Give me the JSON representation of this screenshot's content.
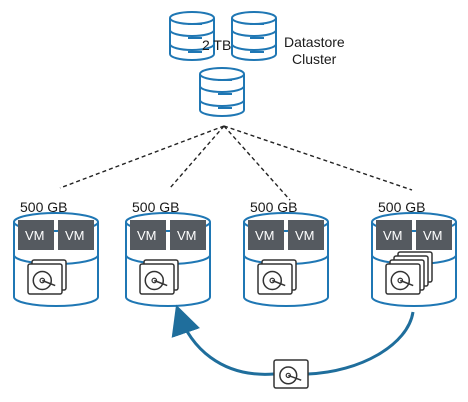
{
  "cluster": {
    "capacity": "2 TB",
    "name_line1": "Datastore",
    "name_line2": "Cluster"
  },
  "datastores": [
    {
      "capacity": "500 GB",
      "vm_labels": [
        "VM",
        "VM"
      ],
      "disk_copies": 2
    },
    {
      "capacity": "500 GB",
      "vm_labels": [
        "VM",
        "VM"
      ],
      "disk_copies": 2
    },
    {
      "capacity": "500 GB",
      "vm_labels": [
        "VM",
        "VM"
      ],
      "disk_copies": 2
    },
    {
      "capacity": "500 GB",
      "vm_labels": [
        "VM",
        "VM"
      ],
      "disk_copies": 4
    }
  ],
  "colors": {
    "outline": "#1f77b4",
    "vm_box": "#555a60",
    "arrow": "#1f6e9c",
    "dashed": "#222222"
  }
}
